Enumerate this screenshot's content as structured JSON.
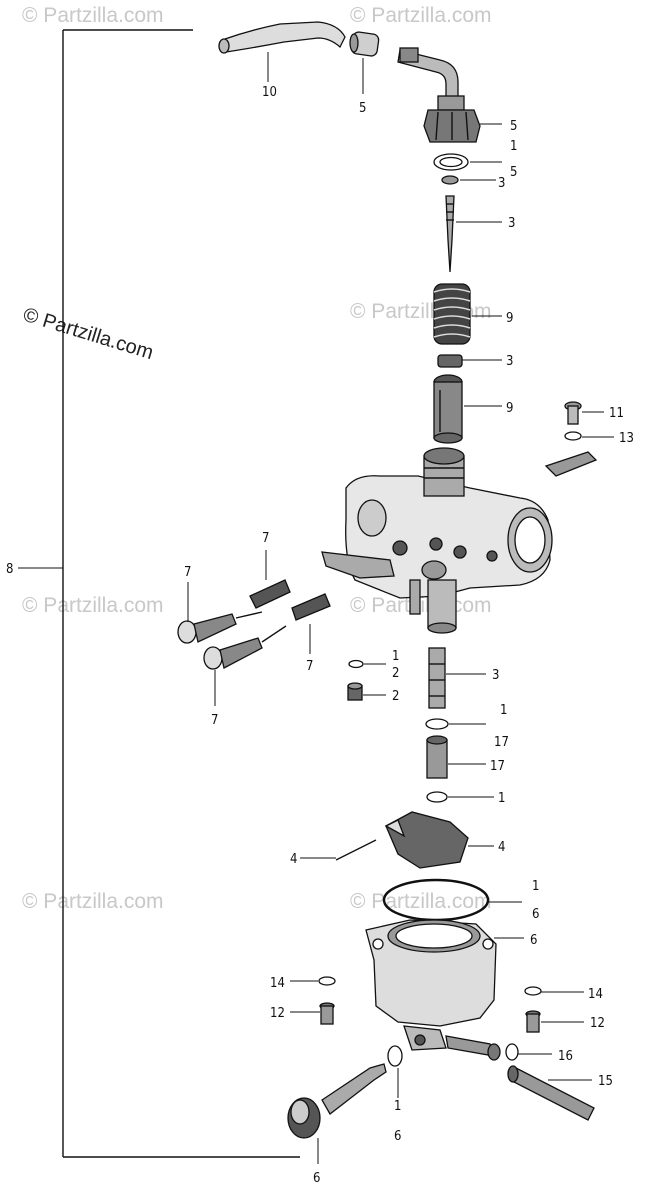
{
  "watermarks": {
    "repeat_text": "© Partzilla.com",
    "main_text": "© Partzilla.com"
  },
  "callouts": {
    "c10": "10",
    "c5_hose": "5",
    "c5_cap": "5",
    "c1_cap": "1",
    "c5_cap_b": "5",
    "c3_clip": "3",
    "c3_needle": "3",
    "c9_spring": "9",
    "c3_retainer": "3",
    "c9_slide": "9",
    "c11": "11",
    "c13": "13",
    "c8": "8",
    "c7_a": "7",
    "c7_b": "7",
    "c7_c": "7",
    "c7_d": "7",
    "c1_jet_a": "1",
    "c2_jet_a": "2",
    "c2_jet_b": "2",
    "c3_tube": "3",
    "c1_ring": "1",
    "c17_ring": "17",
    "c17_jet": "17",
    "c1_washer": "1",
    "c4_pin": "4",
    "c4_float": "4",
    "c1_gasket": "1",
    "c6_gasket": "6",
    "c6_bowl": "6",
    "c14_left": "14",
    "c12_left": "12",
    "c14_right": "14",
    "c12_right": "12",
    "c16": "16",
    "c15": "15",
    "c1_drain": "1",
    "c6_drain": "6",
    "c6_screw": "6"
  }
}
